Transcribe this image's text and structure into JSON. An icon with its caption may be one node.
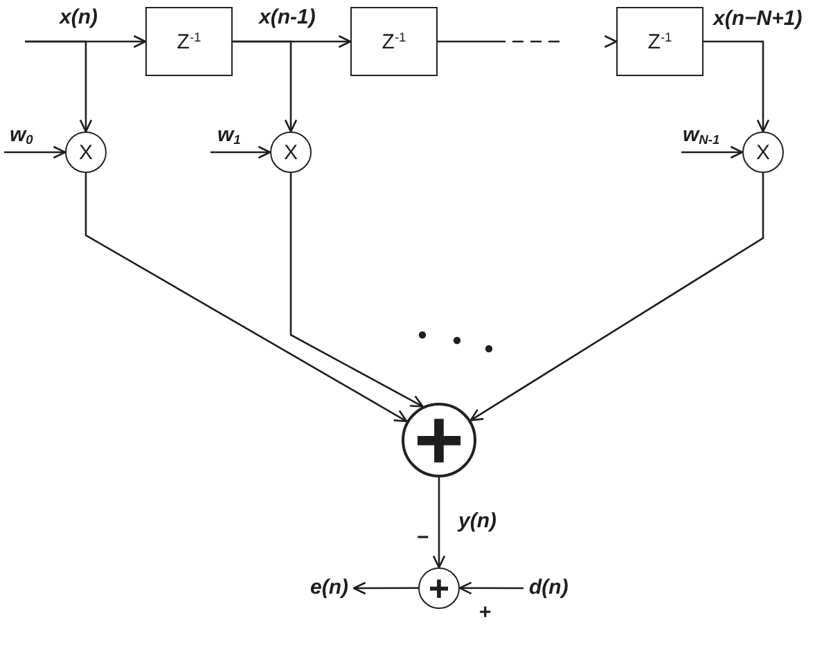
{
  "diagram": {
    "nodes": [
      {
        "text": [
          "Z$^{-1}$"
        ]
      },
      {
        "text": [
          "Z$^{-1}$"
        ]
      },
      {
        "text": [
          "Z$^{-1}$"
        ]
      },
      {
        "text": [
          "X"
        ]
      },
      {
        "text": [
          "X"
        ]
      },
      {
        "text": [
          "X"
        ]
      },
      {
        "text": [
          "+"
        ]
      },
      {
        "text": [
          "e(n)"
        ]
      },
      {
        "text": [
          "+"
        ]
      },
      {
        "text": [
          "d(n)"
        ]
      }
    ],
    "edges": [
      {
        "from": null,
        "to": 0,
        "arrow": "to",
        "label": "x(n)"
      },
      {
        "from": null,
        "to": 3,
        "arrow": "to"
      },
      {
        "from": 0,
        "to": 1,
        "arrow": "to",
        "label": "x(n-1)"
      },
      {
        "from": 0,
        "to": 4,
        "arrow": "to"
      },
      {
        "from": 1,
        "to": 2,
        "arrow": "to",
        "style": "dashed"
      },
      {
        "from": 2,
        "to": 5,
        "arrow": "to",
        "label": "x(n−N+1)"
      },
      {
        "from": null,
        "to": 3,
        "arrow": "to",
        "label": "w$_{0}$"
      },
      {
        "from": null,
        "to": 4,
        "arrow": "to",
        "label": "w$_{1}$"
      },
      {
        "from": null,
        "to": 5,
        "arrow": "to",
        "label": "w$_{N-1}$"
      },
      {
        "from": 3,
        "to": 6,
        "arrow": "to"
      },
      {
        "from": 4,
        "to": 6,
        "arrow": "to"
      },
      {
        "from": 5,
        "to": 6,
        "arrow": "to"
      },
      {
        "from": 6,
        "to": 8,
        "arrow": "to",
        "label": "y(n)"
      },
      {
        "from": 8,
        "to": 7,
        "arrow": "to"
      },
      {
        "from": 9,
        "to": 8,
        "arrow": "to"
      }
    ],
    "labels": [
      "−",
      "+"
    ]
  }
}
